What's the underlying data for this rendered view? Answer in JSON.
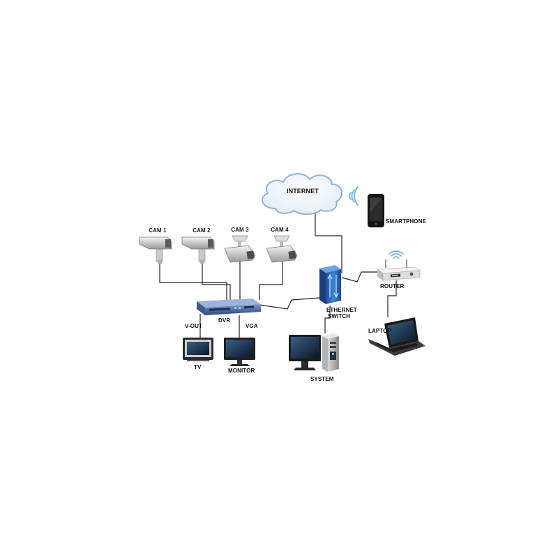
{
  "diagram": {
    "labels": {
      "internet": "INTERNET",
      "smartphone": "SMARTPHONE",
      "cam1": "CAM 1",
      "cam2": "CAM 2",
      "cam3": "CAM 3",
      "cam4": "CAM 4",
      "dvr": "DVR",
      "v_out": "V-OUT",
      "vga": "VGA",
      "tv": "TV",
      "monitor": "MONITOR",
      "ethernet_switch_line1": "ETHERNET",
      "ethernet_switch_line2": "SWITCH",
      "router": "ROUTER",
      "laptop": "LAPTOP",
      "system": "SYSTEM"
    },
    "colors": {
      "cable": "#222222",
      "switch_blue": "#2f6fc4",
      "dvr_blue": "#4a6fa5",
      "cloud_stroke": "#8fb4d9",
      "wifi_blue": "#6fb2e0"
    },
    "icons": [
      "cloud-icon",
      "smartphone-icon",
      "wifi-icon",
      "bullet-camera-icon",
      "dome-camera-icon",
      "dvr-icon",
      "tv-icon",
      "monitor-icon",
      "ethernet-switch-icon",
      "router-icon",
      "laptop-icon",
      "desktop-system-icon"
    ]
  }
}
